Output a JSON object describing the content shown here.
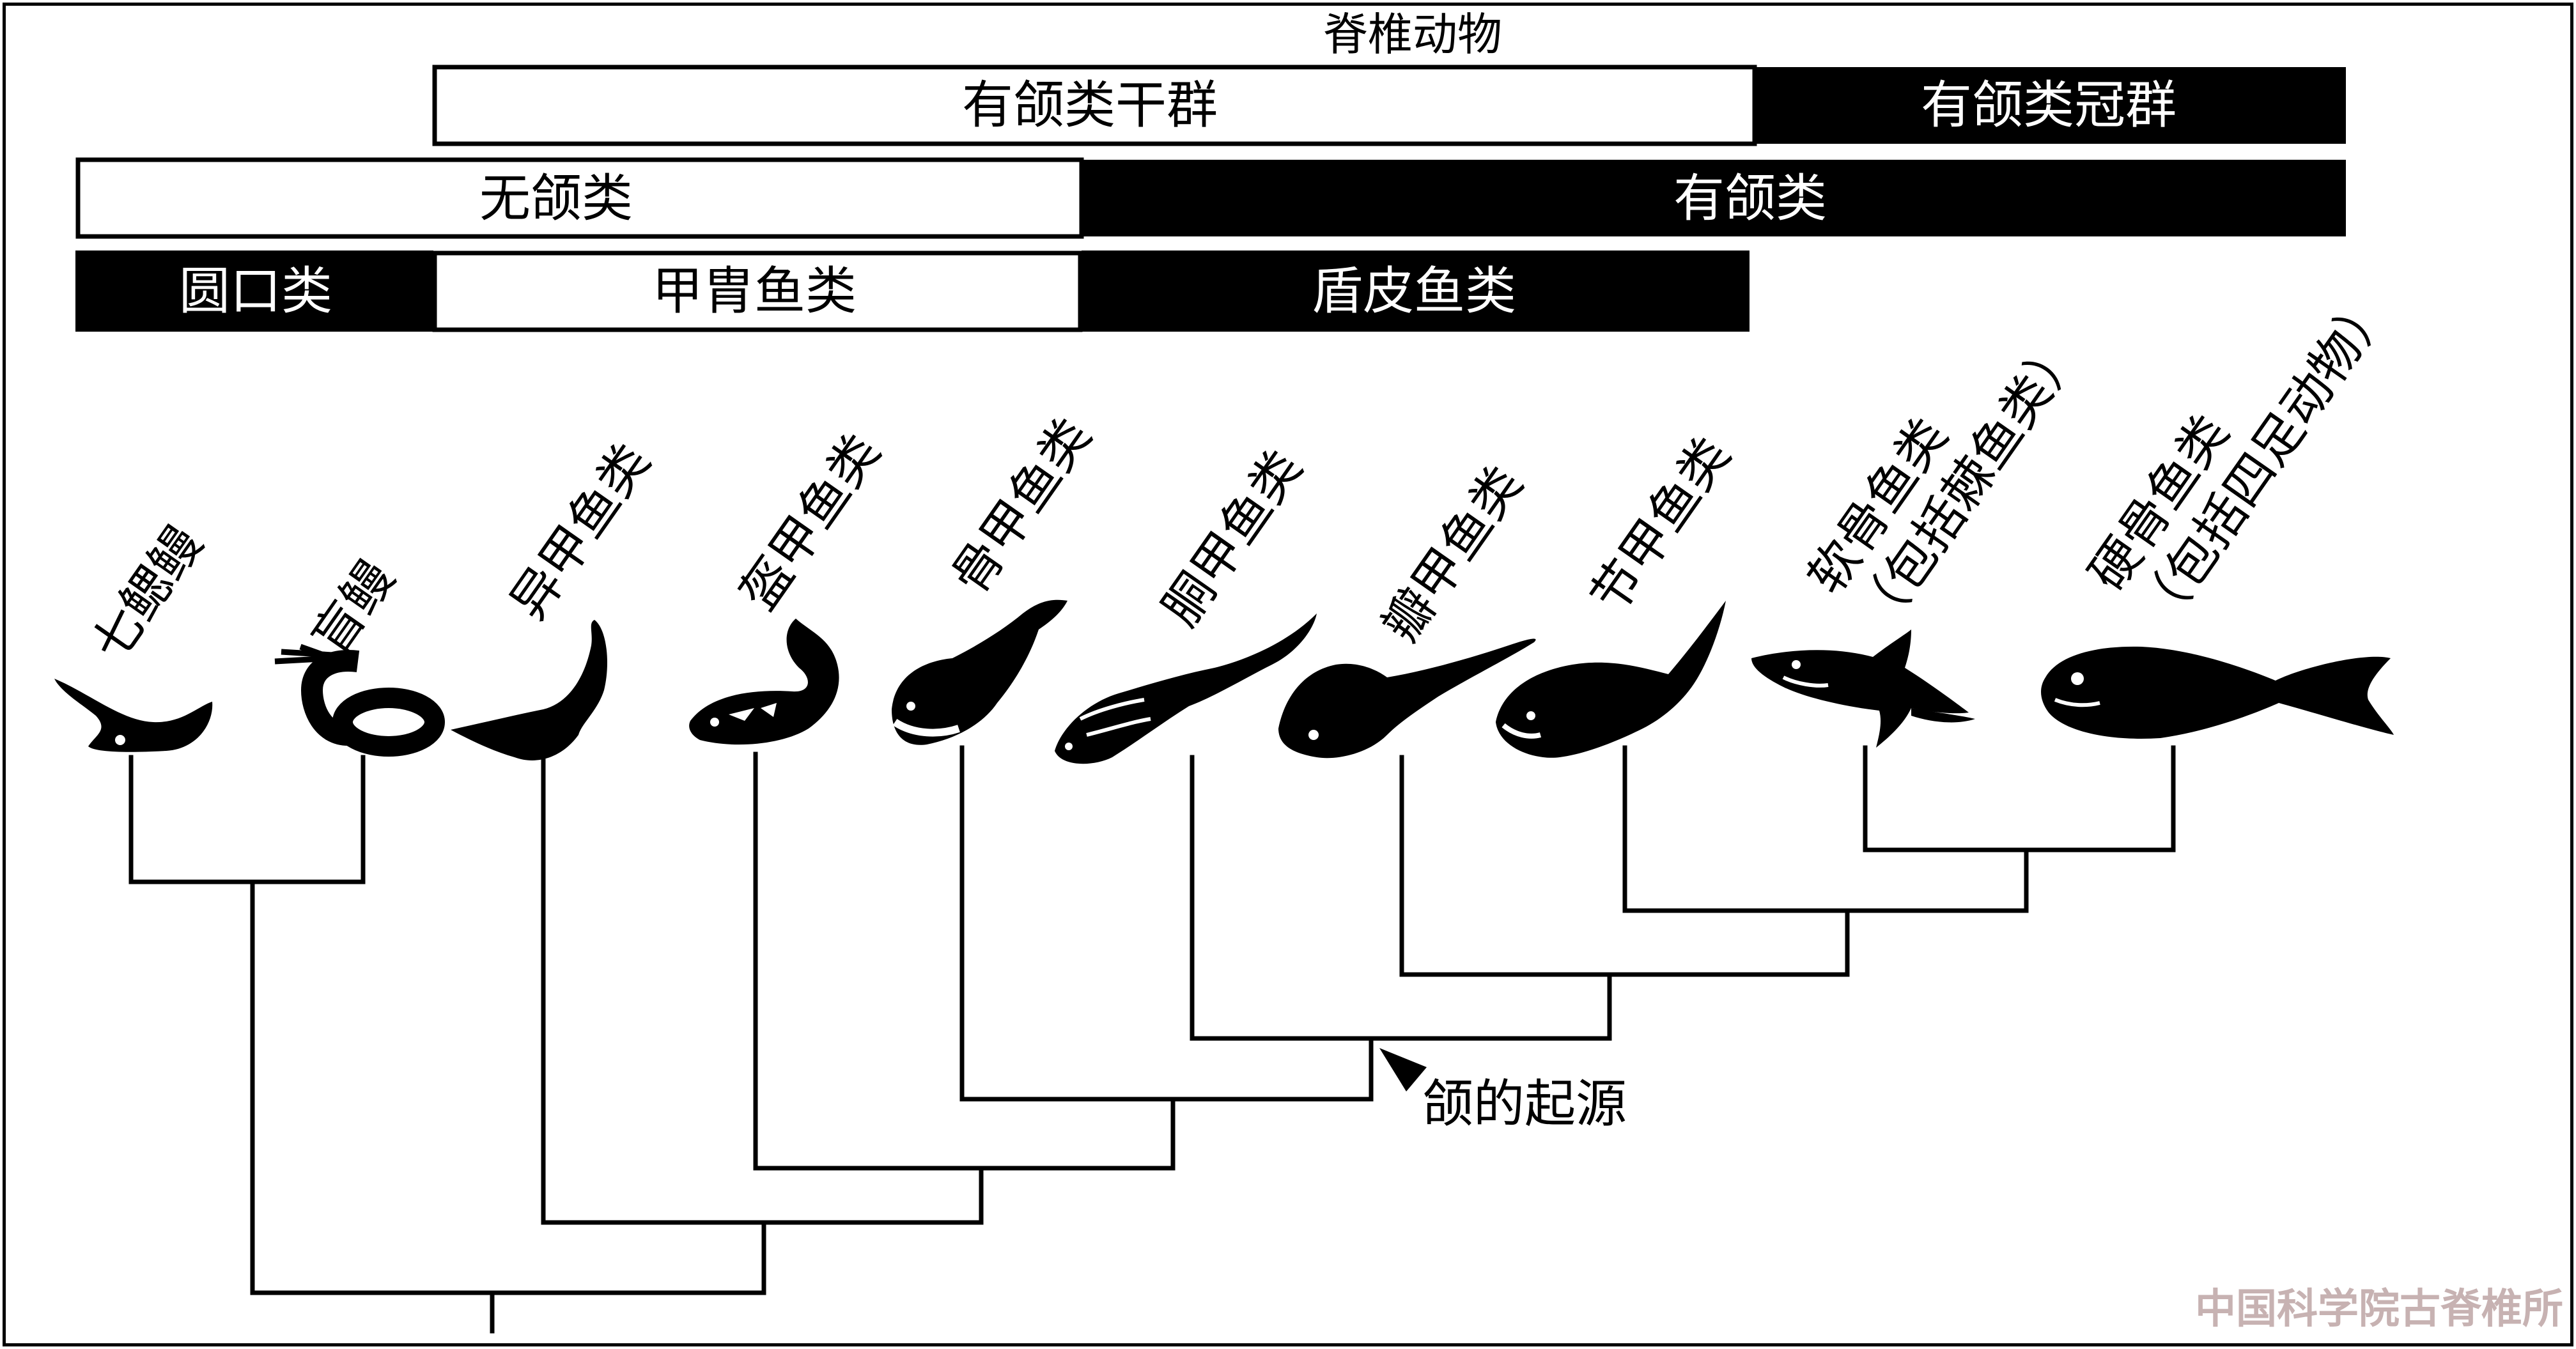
{
  "colors": {
    "ink": "#000000",
    "paper": "#ffffff",
    "watermark": "#c7b2b2"
  },
  "header": {
    "title": "脊椎动物"
  },
  "bands": {
    "gnath_stem": "有颌类干群",
    "gnath_crown": "有颌类冠群",
    "agnatha": "无颌类",
    "gnathostomata": "有颌类",
    "cyclostomata": "圆口类",
    "galeaspida": "甲胄鱼类",
    "placodermi": "盾皮鱼类"
  },
  "taxa": [
    {
      "label": "七鳃鳗",
      "icon": "lamprey-silhouette"
    },
    {
      "label": "盲鳗",
      "icon": "hagfish-silhouette"
    },
    {
      "label": "异甲鱼类",
      "icon": "heterostracan-silhouette"
    },
    {
      "label": "盔甲鱼类",
      "icon": "galeaspid-silhouette"
    },
    {
      "label": "骨甲鱼类",
      "icon": "osteostracan-silhouette"
    },
    {
      "label": "胴甲鱼类",
      "icon": "antiarch-silhouette"
    },
    {
      "label": "瓣甲鱼类",
      "icon": "petalichthyid-silhouette"
    },
    {
      "label": "节甲鱼类",
      "icon": "arthrodire-silhouette"
    },
    {
      "label": "软骨鱼类",
      "label2": "（包括棘鱼类）",
      "icon": "shark-silhouette"
    },
    {
      "label": "硬骨鱼类",
      "label2": "（包括四足动物）",
      "icon": "bony-fish-silhouette"
    }
  ],
  "annotation": {
    "jaw_origin": "颌的起源"
  },
  "watermark": {
    "text": "中国科学院古脊椎所"
  }
}
